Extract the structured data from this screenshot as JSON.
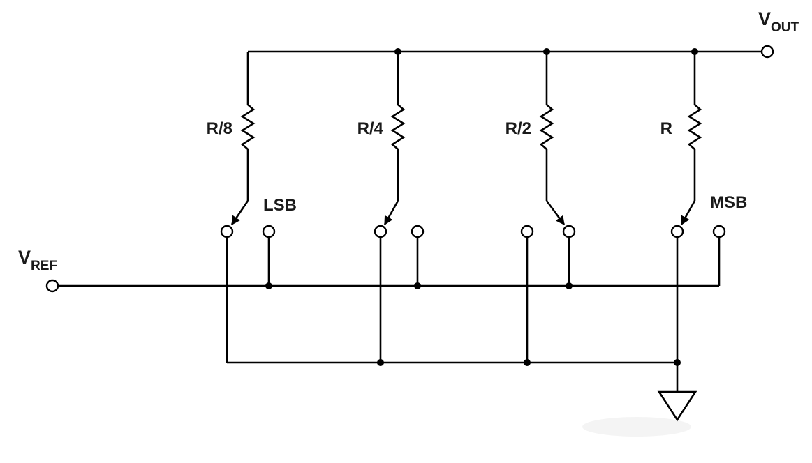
{
  "diagram": {
    "kind": "circuit-schematic",
    "terminals": {
      "vout": {
        "symbol": "V",
        "subscript": "OUT"
      },
      "vref": {
        "symbol": "V",
        "subscript": "REF"
      }
    },
    "resistors": [
      {
        "label": "R/8"
      },
      {
        "label": "R/4"
      },
      {
        "label": "R/2"
      },
      {
        "label": "R"
      }
    ],
    "switches": [
      {
        "label": "LSB",
        "thrown_to": "ground-side"
      },
      {
        "label": "",
        "thrown_to": "ground-side"
      },
      {
        "label": "",
        "thrown_to": "vref-side"
      },
      {
        "label": "MSB",
        "thrown_to": "ground-side"
      }
    ],
    "colors": {
      "line": "#000000",
      "background": "#ffffff"
    }
  }
}
